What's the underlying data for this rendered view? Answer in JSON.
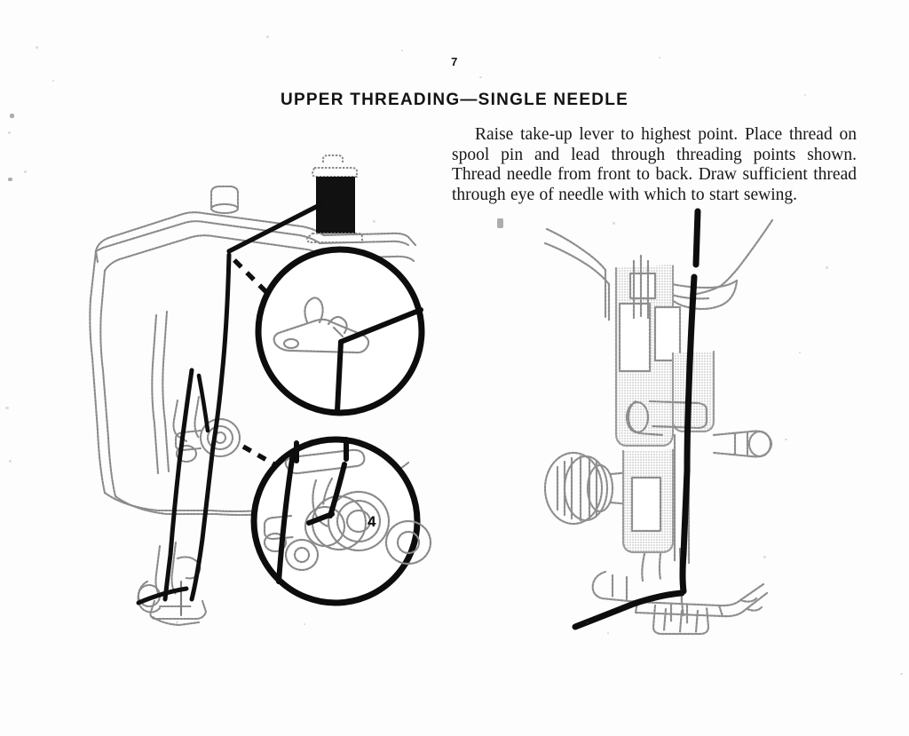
{
  "page": {
    "number": "7",
    "title": "UPPER THREADING—SINGLE NEEDLE",
    "background_color": "#fdfdfd",
    "ink_color": "#141414"
  },
  "body": {
    "paragraph": "Raise take-up lever to highest point. Place thread on spool pin and lead through threading points shown. Thread needle from front to back. Draw sufficient thread through eye of needle with which to start sewing."
  },
  "illustrations": {
    "left": {
      "name": "machine-head-threading-diagram",
      "parts": {
        "spool": "thread-spool",
        "spool_pin": "spool-pin",
        "thread_guide": "top-thread-guide",
        "needle": "needle",
        "presser_foot": "presser-foot"
      },
      "detail_circles": [
        {
          "name": "thread-guide-detail",
          "label": ""
        },
        {
          "name": "tension-assembly-detail",
          "label": "4"
        }
      ]
    },
    "right": {
      "name": "needle-bar-presser-foot-diagram",
      "parts": {
        "take_up_lever": "take-up-lever",
        "needle_bar": "needle-bar",
        "thumb_screw": "thumb-screw",
        "presser_foot": "presser-foot",
        "needle": "needle",
        "thread": "thread"
      }
    }
  }
}
